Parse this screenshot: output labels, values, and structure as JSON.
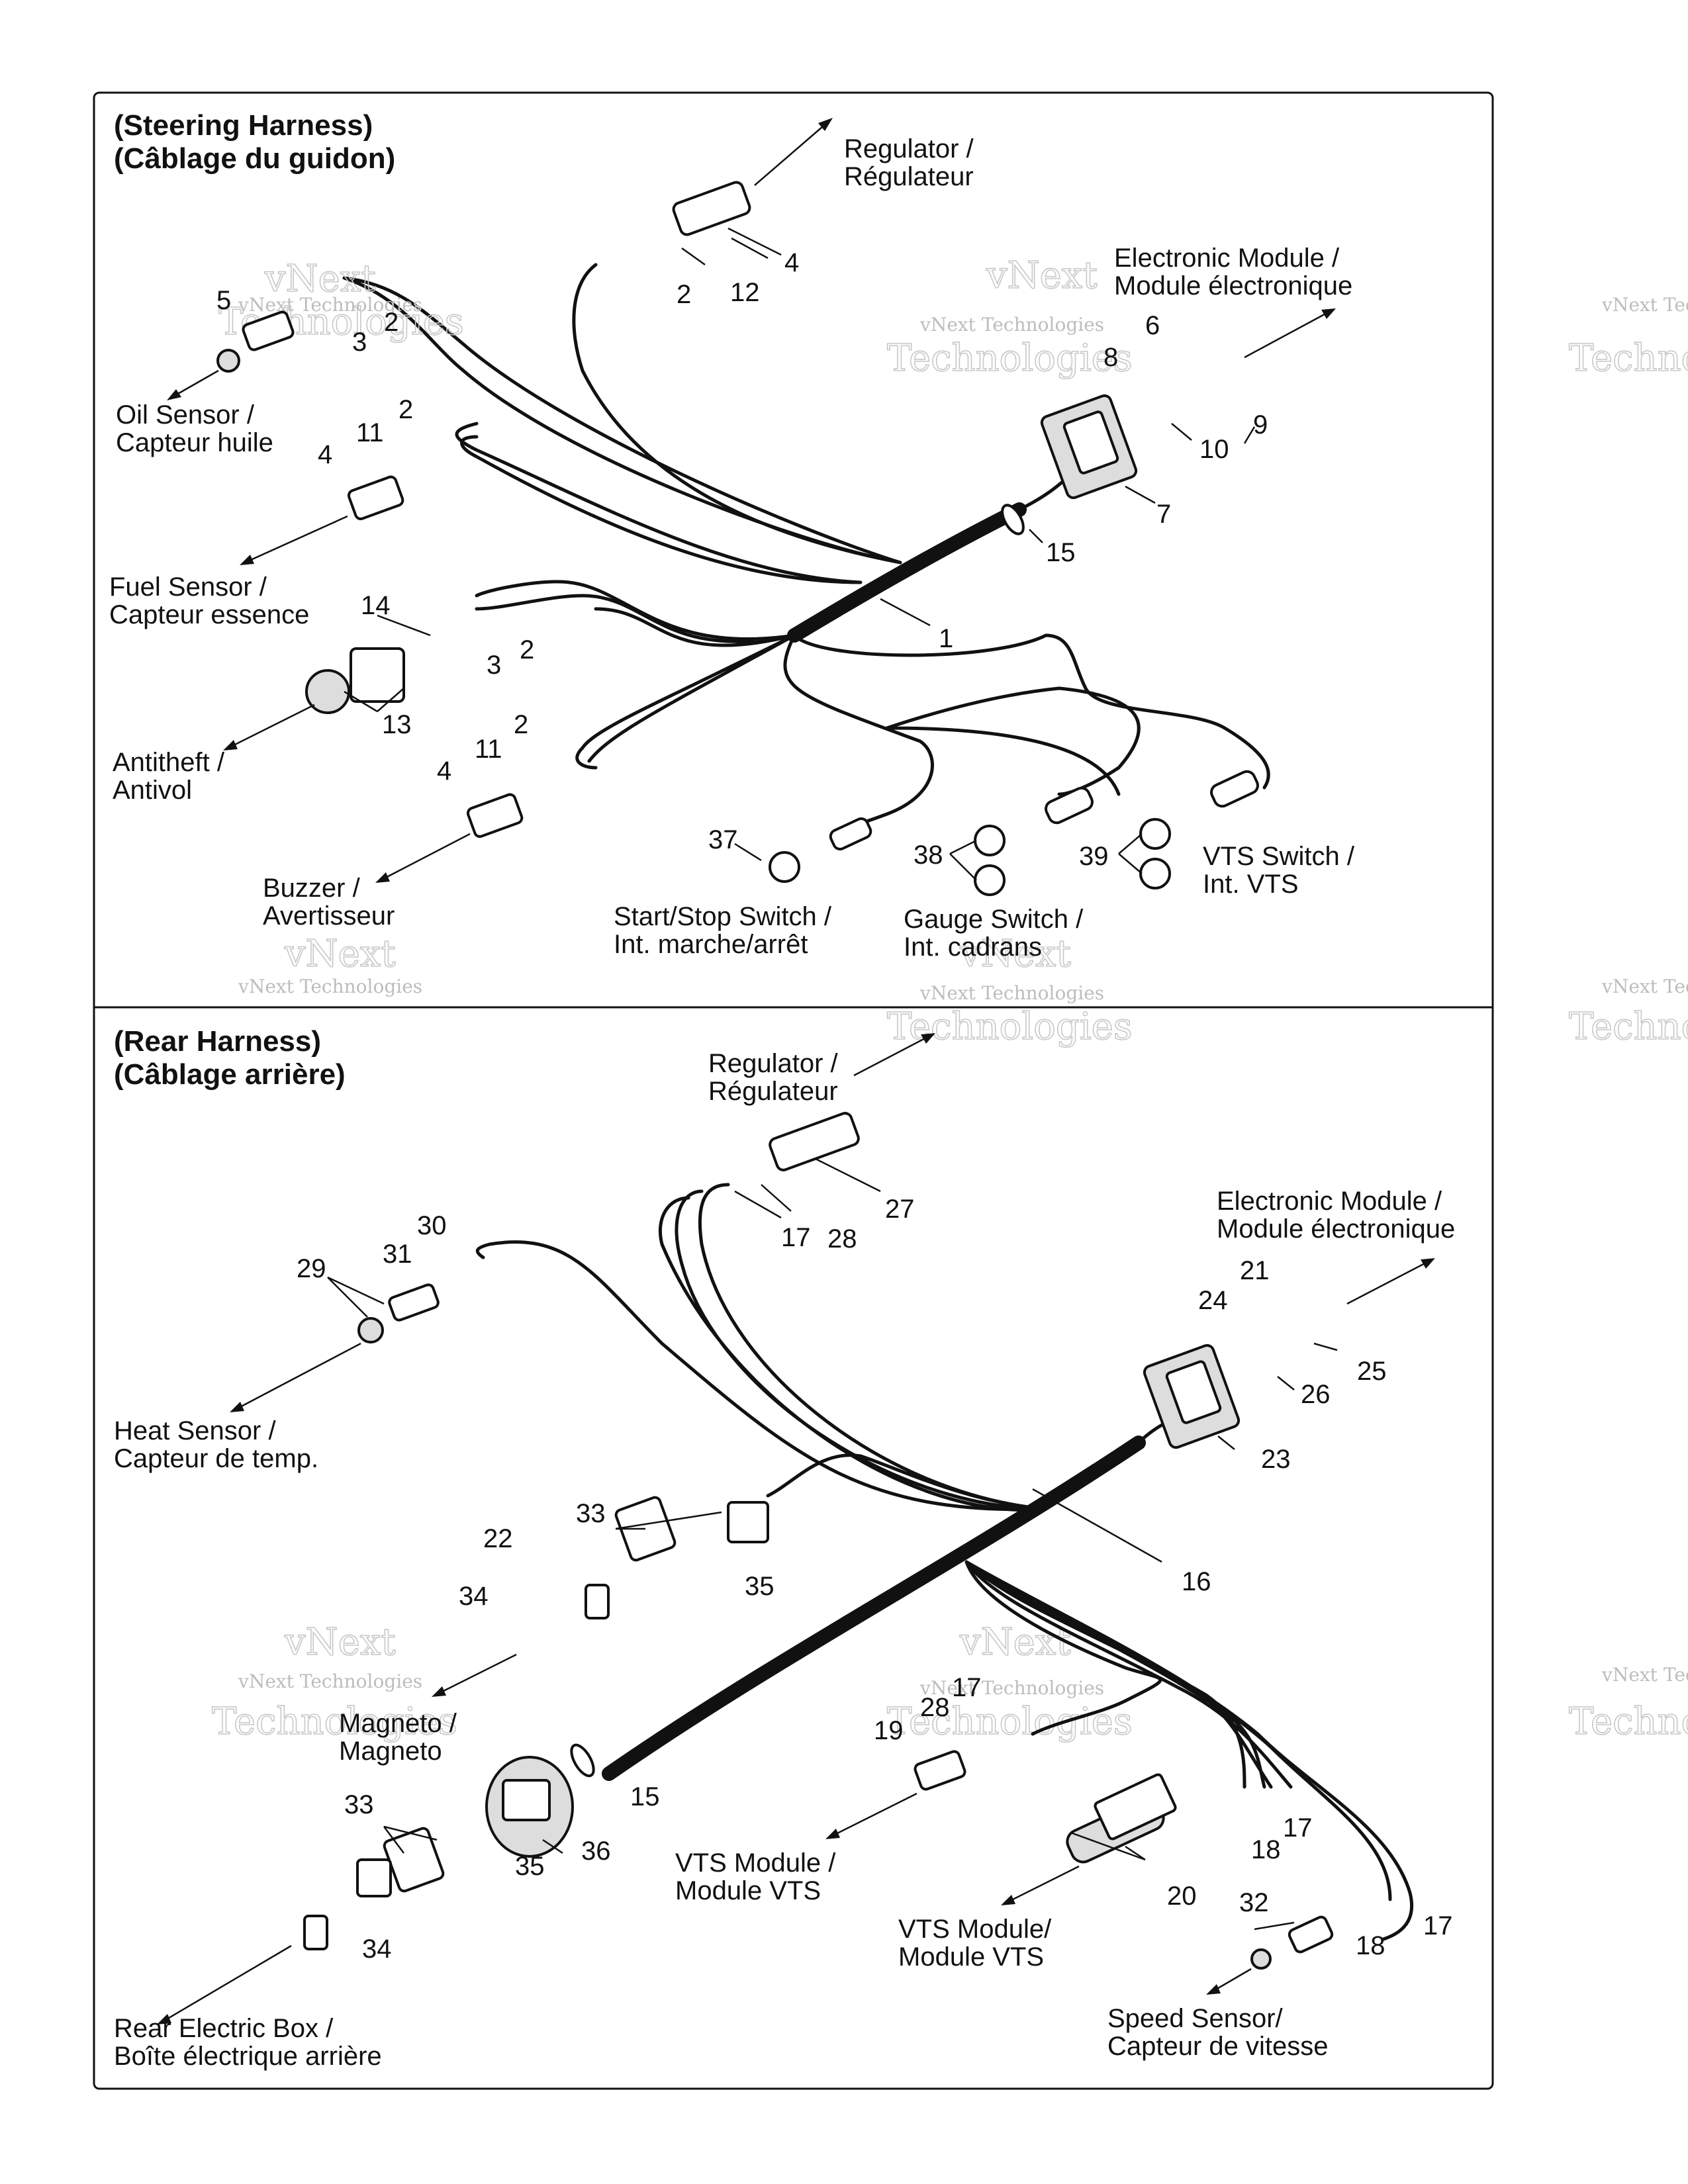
{
  "steering": {
    "title1": "(Steering Harness)",
    "title2": "(Câblage du guidon)",
    "labels": {
      "regulator1": "Regulator /",
      "regulator2": "Régulateur",
      "electronic1": "Electronic Module /",
      "electronic2": "Module électronique",
      "oil1": "Oil Sensor /",
      "oil2": "Capteur huile",
      "fuel1": "Fuel Sensor /",
      "fuel2": "Capteur essence",
      "antitheft1": "Antitheft /",
      "antitheft2": "Antivol",
      "buzzer1": "Buzzer /",
      "buzzer2": "Avertisseur",
      "startstop1": "Start/Stop Switch /",
      "startstop2": "Int. marche/arrêt",
      "gauge1": "Gauge Switch /",
      "gauge2": "Int. cadrans",
      "vts1": "VTS Switch /",
      "vts2": "Int. VTS"
    },
    "callouts": {
      "c1": "1",
      "c2a": "2",
      "c2b": "2",
      "c2c": "2",
      "c2d": "2",
      "c2e": "2",
      "c3a": "3",
      "c3b": "3",
      "c4a": "4",
      "c4b": "4",
      "c4c": "4",
      "c5": "5",
      "c6": "6",
      "c7": "7",
      "c8": "8",
      "c9": "9",
      "c10": "10",
      "c11a": "11",
      "c11b": "11",
      "c12": "12",
      "c13": "13",
      "c14": "14",
      "c15": "15",
      "c37": "37",
      "c38": "38",
      "c39": "39"
    }
  },
  "rear": {
    "title1": "(Rear Harness)",
    "title2": "(Câblage arrière)",
    "labels": {
      "regulator1": "Regulator /",
      "regulator2": "Régulateur",
      "electronic1": "Electronic Module /",
      "electronic2": "Module électronique",
      "heat1": "Heat Sensor /",
      "heat2": "Capteur de temp.",
      "magneto1": "Magneto /",
      "magneto2": "Magneto",
      "vtsmod1": "VTS Module /",
      "vtsmod2": "Module VTS",
      "vtsmodb1": "VTS Module/",
      "vtsmodb2": "Module VTS",
      "speed1": "Speed Sensor/",
      "speed2": "Capteur de vitesse",
      "rearbox1": "Rear Electric Box /",
      "rearbox2": "Boîte électrique arrière"
    },
    "callouts": {
      "c15": "15",
      "c16": "16",
      "c17a": "17",
      "c17b": "17",
      "c17c": "17",
      "c17d": "17",
      "c18a": "18",
      "c18b": "18",
      "c19": "19",
      "c20": "20",
      "c21": "21",
      "c22": "22",
      "c23": "23",
      "c24": "24",
      "c25": "25",
      "c26": "26",
      "c27": "27",
      "c28a": "28",
      "c28b": "28",
      "c29": "29",
      "c30": "30",
      "c31": "31",
      "c32": "32",
      "c33a": "33",
      "c33b": "33",
      "c34a": "34",
      "c34b": "34",
      "c35a": "35",
      "c35b": "35",
      "c36": "36"
    }
  },
  "watermark": {
    "line1": "vNext",
    "line2": "vNext Technologies",
    "line3": "Technologies"
  }
}
